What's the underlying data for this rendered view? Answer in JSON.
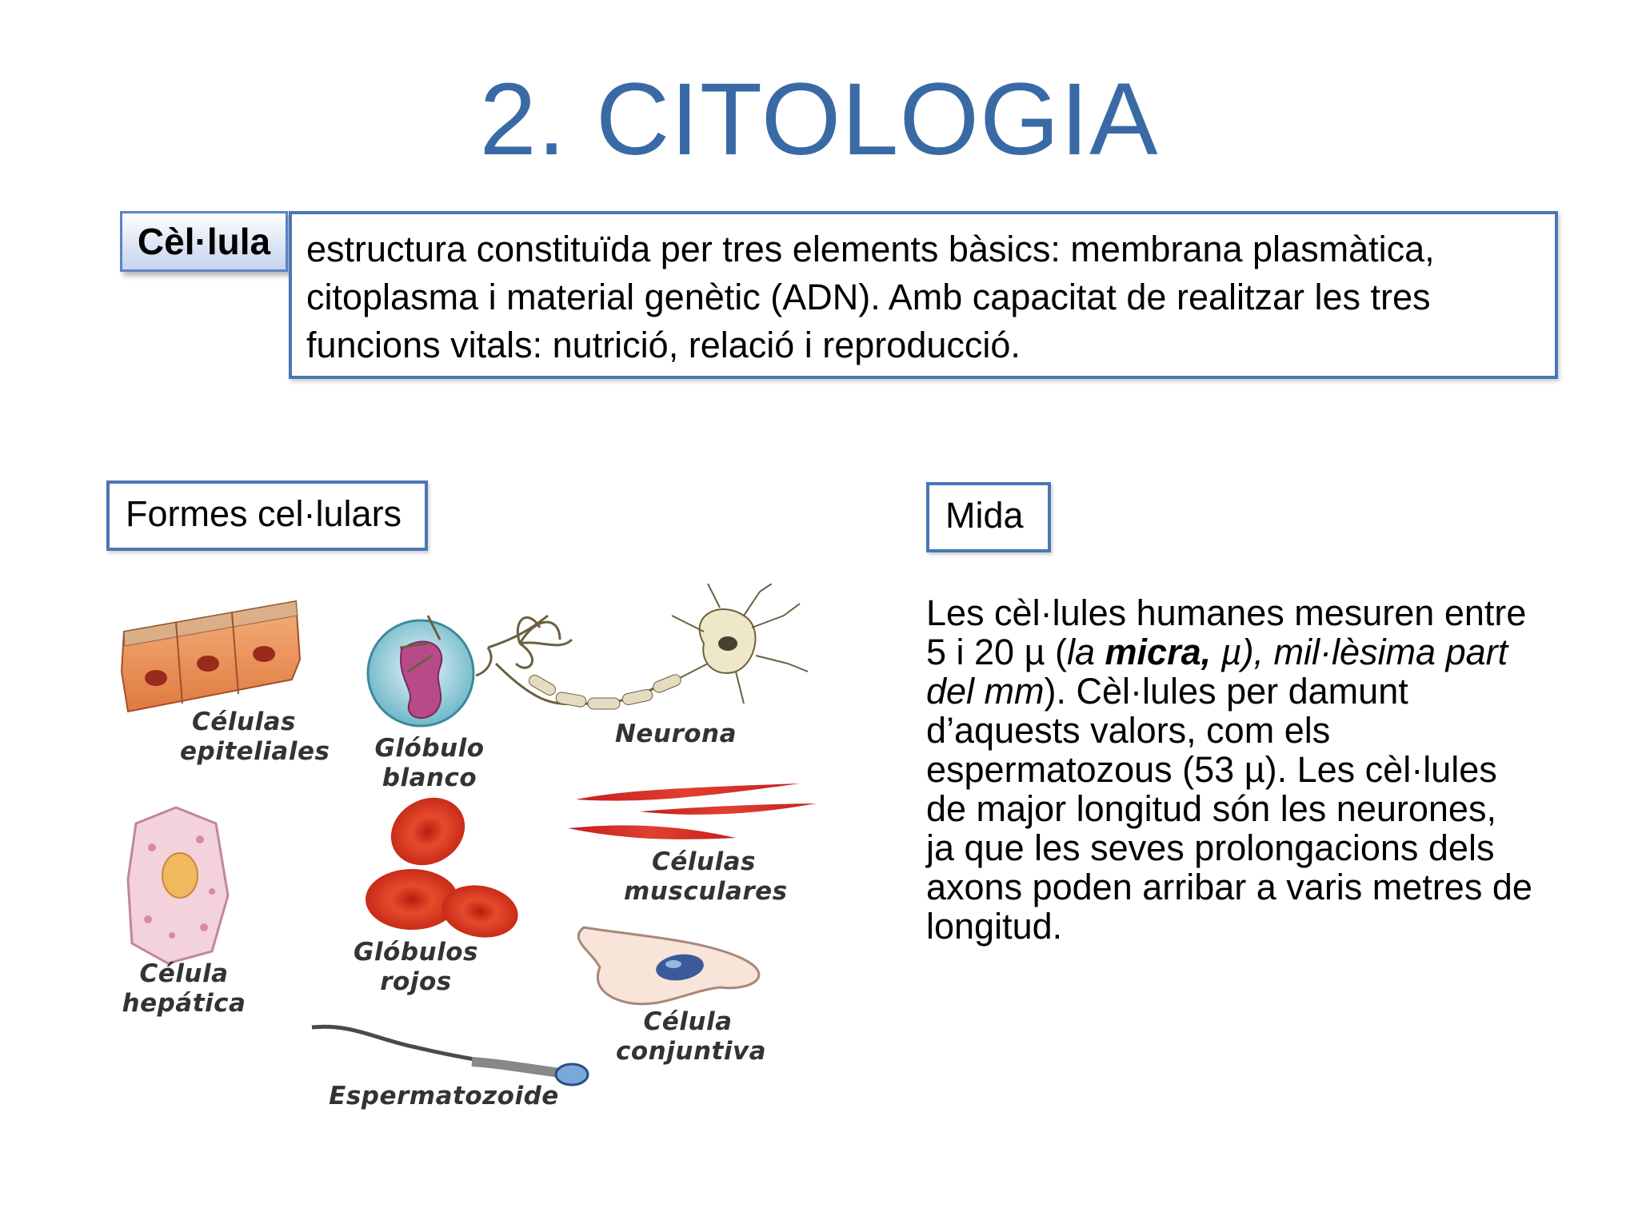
{
  "slide": {
    "title": "2. CITOLOGIA",
    "definition": {
      "term": "Cèl·lula",
      "text": "estructura constituïda per tres elements bàsics: membrana plasmàtica, citoplasma i material genètic (ADN). Amb capacitat de realitzar les tres funcions vitals: nutrició, relació i reproducció."
    },
    "forms_label": "Formes cel·lulars",
    "size_label": "Mida",
    "size_text": {
      "part1": "Les cèl·lules humanes mesuren entre 5 i 20 µ (",
      "italic1": "la ",
      "bold_italic": "micra,",
      "italic2": " µ), mil·lèsima part del mm",
      "part2": "). Cèl·lules per damunt d’aquests valors, com els espermatozous (53 µ). Les cèl·lules de major longitud són les neurones, ja que les seves prolongacions dels axons poden arribar a varis metres de longitud."
    },
    "cell_labels": {
      "epithelial": [
        "Células",
        "epiteliales"
      ],
      "white_blood": [
        "Glóbulo",
        "blanco"
      ],
      "neuron": "Neurona",
      "muscle": [
        "Células",
        "musculares"
      ],
      "hepatic": [
        "Célula",
        "hepática"
      ],
      "red_blood": [
        "Glóbulos",
        "rojos"
      ],
      "connective": [
        "Célula",
        "conjuntiva"
      ],
      "sperm": "Espermatozoide"
    }
  },
  "colors": {
    "title": "#3a6aa5",
    "box_border": "#4a76b4"
  }
}
